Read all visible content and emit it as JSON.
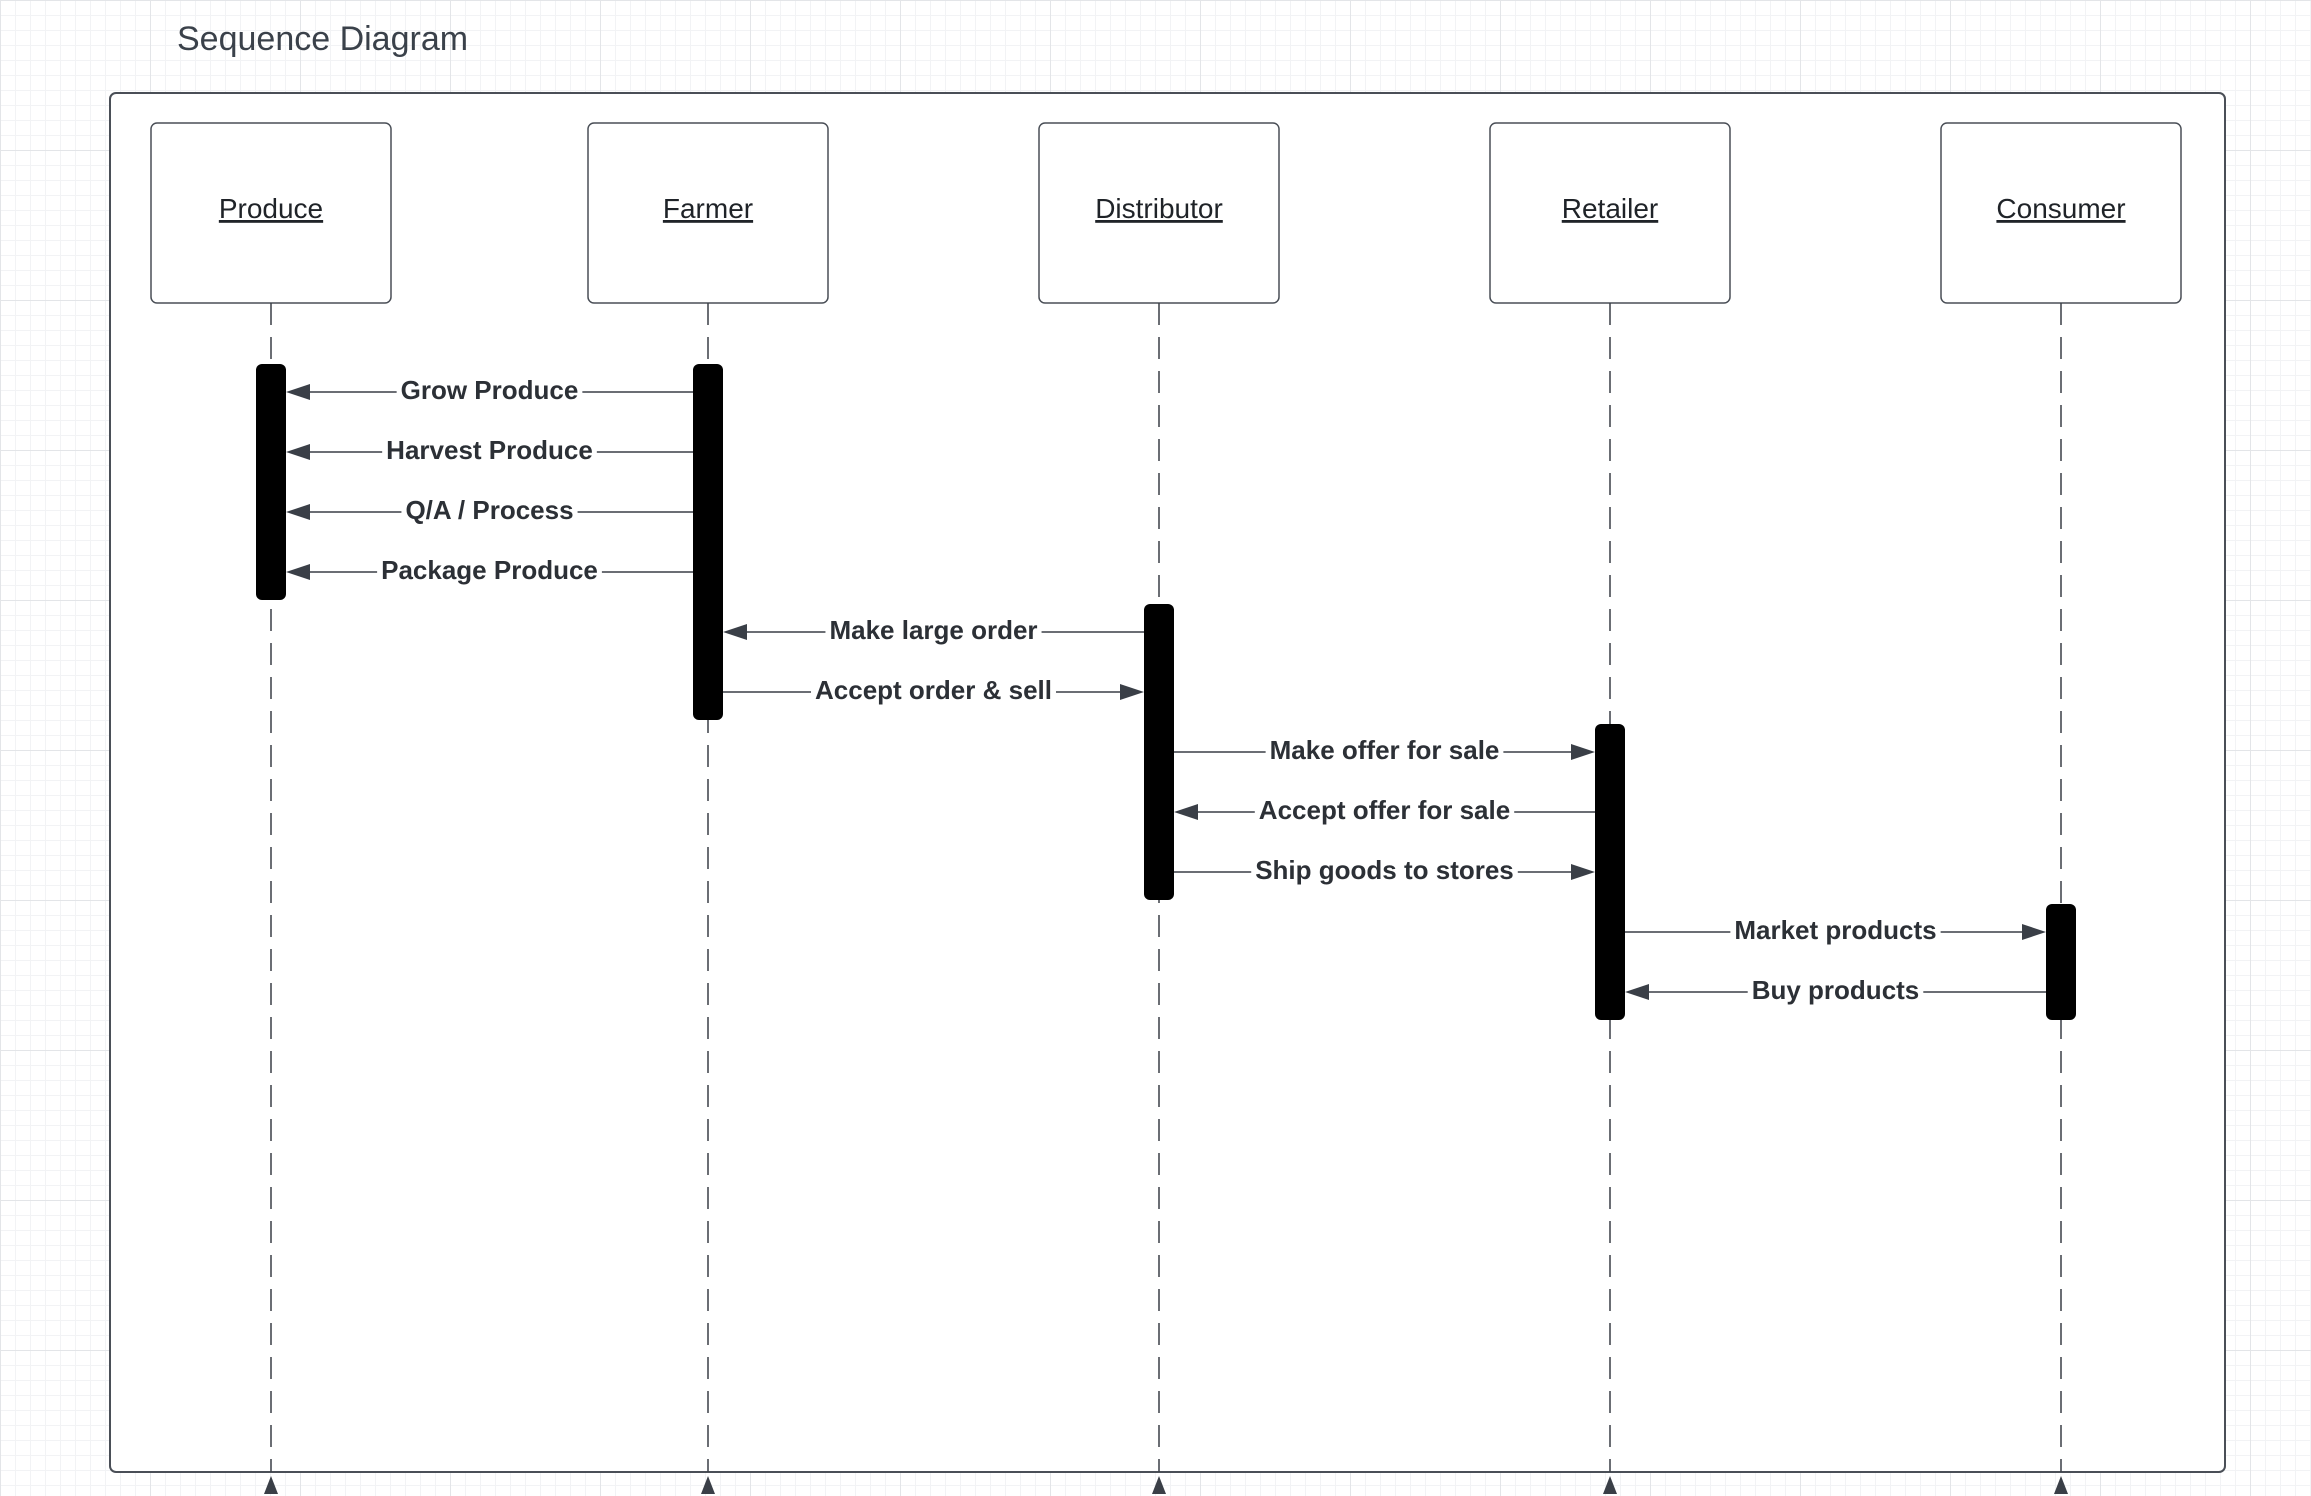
{
  "title": "Sequence Diagram",
  "colors": {
    "frame": "#4a4f57",
    "line": "#3a3f47",
    "activation": "#000000",
    "label": "#2c3036"
  },
  "lifelines": [
    {
      "id": "produce",
      "label": "Produce"
    },
    {
      "id": "farmer",
      "label": "Farmer"
    },
    {
      "id": "distributor",
      "label": "Distributor"
    },
    {
      "id": "retailer",
      "label": "Retailer"
    },
    {
      "id": "consumer",
      "label": "Consumer"
    }
  ],
  "activations": [
    {
      "lifeline": "produce",
      "from_step": 0,
      "to_step": 3
    },
    {
      "lifeline": "farmer",
      "from_step": 0,
      "to_step": 5
    },
    {
      "lifeline": "distributor",
      "from_step": 4,
      "to_step": 8
    },
    {
      "lifeline": "retailer",
      "from_step": 6,
      "to_step": 10
    },
    {
      "lifeline": "consumer",
      "from_step": 9,
      "to_step": 10
    }
  ],
  "messages": [
    {
      "from": "farmer",
      "to": "produce",
      "label": "Grow Produce"
    },
    {
      "from": "farmer",
      "to": "produce",
      "label": "Harvest Produce"
    },
    {
      "from": "farmer",
      "to": "produce",
      "label": "Q/A / Process"
    },
    {
      "from": "farmer",
      "to": "produce",
      "label": "Package Produce"
    },
    {
      "from": "distributor",
      "to": "farmer",
      "label": "Make large order"
    },
    {
      "from": "farmer",
      "to": "distributor",
      "label": "Accept order & sell"
    },
    {
      "from": "distributor",
      "to": "retailer",
      "label": "Make offer for sale"
    },
    {
      "from": "retailer",
      "to": "distributor",
      "label": "Accept offer for sale"
    },
    {
      "from": "distributor",
      "to": "retailer",
      "label": "Ship goods to stores"
    },
    {
      "from": "retailer",
      "to": "consumer",
      "label": "Market products"
    },
    {
      "from": "consumer",
      "to": "retailer",
      "label": "Buy products"
    }
  ]
}
